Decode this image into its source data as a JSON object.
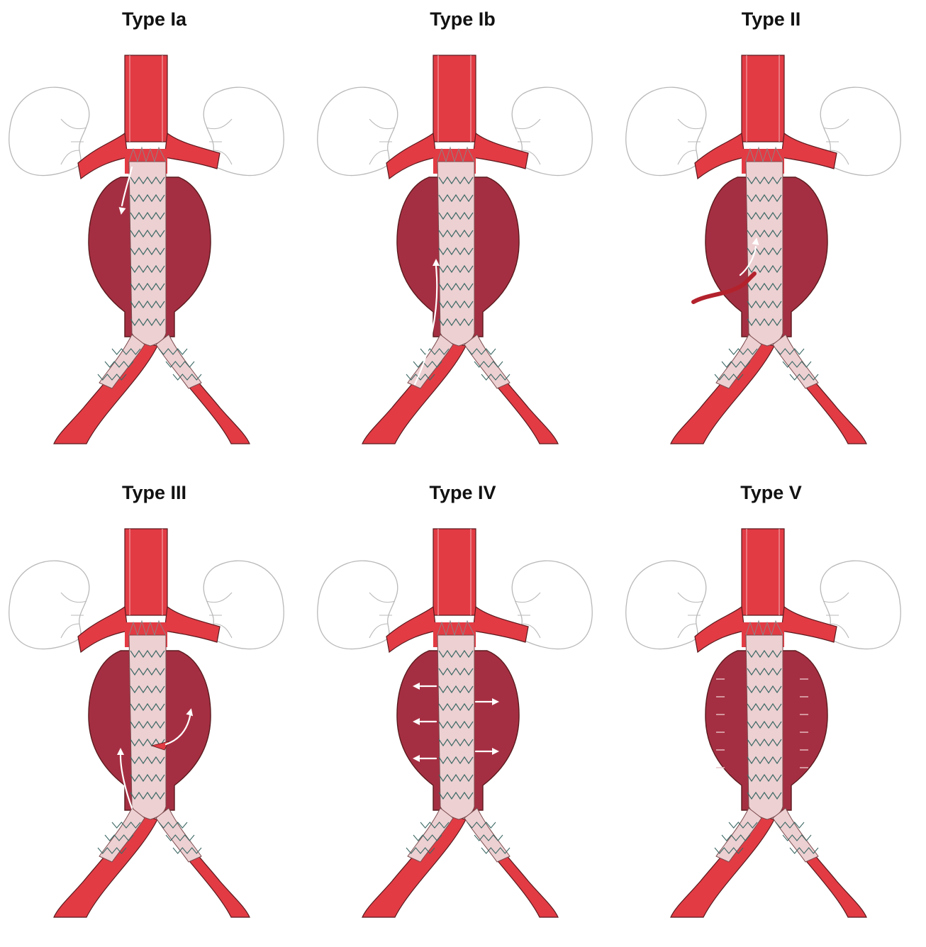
{
  "figure": {
    "panels": [
      {
        "title": "Type Ia",
        "endoleak": "Ia"
      },
      {
        "title": "Type Ib",
        "endoleak": "Ib"
      },
      {
        "title": "Type II",
        "endoleak": "II"
      },
      {
        "title": "Type III",
        "endoleak": "III"
      },
      {
        "title": "Type IV",
        "endoleak": "IV"
      },
      {
        "title": "Type V",
        "endoleak": "V"
      }
    ]
  },
  "colors": {
    "aorta": "#e23b44",
    "aorta_dark": "#b3222c",
    "sac": "#a52f42",
    "graft": "#edd0d2",
    "stent": "#3e6a66",
    "kidney_outline": "#b9b9b9",
    "arrow": "#ffffff"
  }
}
